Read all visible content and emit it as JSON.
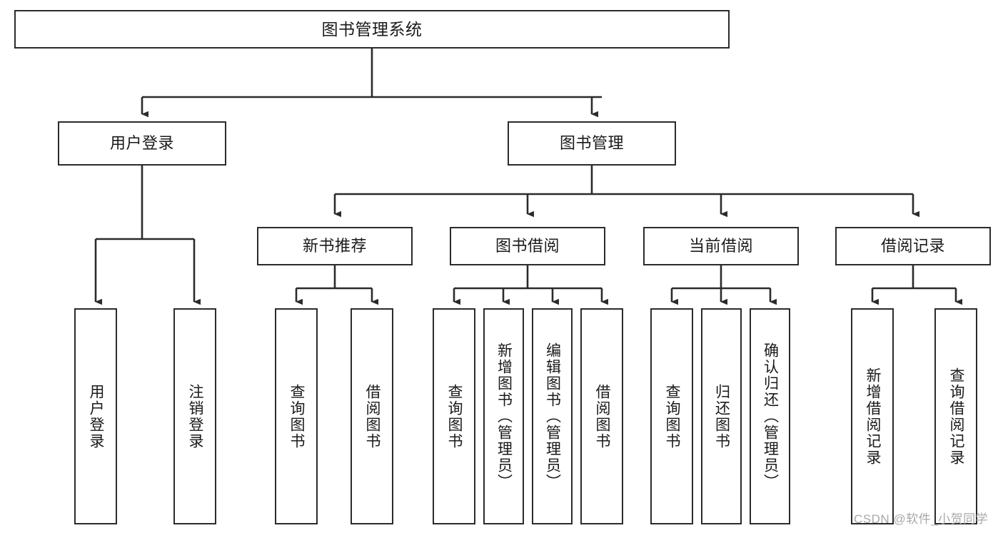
{
  "diagram": {
    "title": "图书管理系统",
    "type": "tree-hierarchy",
    "watermark": "CSDN @软件_小贺同学",
    "colors": {
      "background": "#ffffff",
      "box_border": "#2b2b2b",
      "box_fill": "#ffffff",
      "text": "#1a1a1a",
      "edge": "#2b2b2b",
      "watermark": "#a8a8a8"
    },
    "root": {
      "id": "root",
      "label": "图书管理系统"
    },
    "level2": [
      {
        "id": "user-login",
        "label": "用户登录"
      },
      {
        "id": "book-manage",
        "label": "图书管理"
      }
    ],
    "level3": [
      {
        "id": "new-book-recommend",
        "label": "新书推荐"
      },
      {
        "id": "book-borrow",
        "label": "图书借阅"
      },
      {
        "id": "current-borrow",
        "label": "当前借阅"
      },
      {
        "id": "borrow-record",
        "label": "借阅记录"
      }
    ],
    "leaves": {
      "user_login": [
        {
          "id": "leaf-user-login",
          "label": "用户登录"
        },
        {
          "id": "leaf-logout",
          "label": "注销登录"
        }
      ],
      "new_book_recommend": [
        {
          "id": "leaf-query-book-1",
          "label": "查询图书"
        },
        {
          "id": "leaf-borrow-book-1",
          "label": "借阅图书"
        }
      ],
      "book_borrow": [
        {
          "id": "leaf-query-book-2",
          "label": "查询图书"
        },
        {
          "id": "leaf-add-book",
          "label": "新增图书（管理员）"
        },
        {
          "id": "leaf-edit-book",
          "label": "编辑图书（管理员）"
        },
        {
          "id": "leaf-borrow-book-2",
          "label": "借阅图书"
        }
      ],
      "current_borrow": [
        {
          "id": "leaf-query-book-3",
          "label": "查询图书"
        },
        {
          "id": "leaf-return-book",
          "label": "归还图书"
        },
        {
          "id": "leaf-confirm-return",
          "label": "确认归还（管理员）"
        }
      ],
      "borrow_record": [
        {
          "id": "leaf-add-record",
          "label": "新增借阅记录"
        },
        {
          "id": "leaf-query-record",
          "label": "查询借阅记录"
        }
      ]
    }
  }
}
